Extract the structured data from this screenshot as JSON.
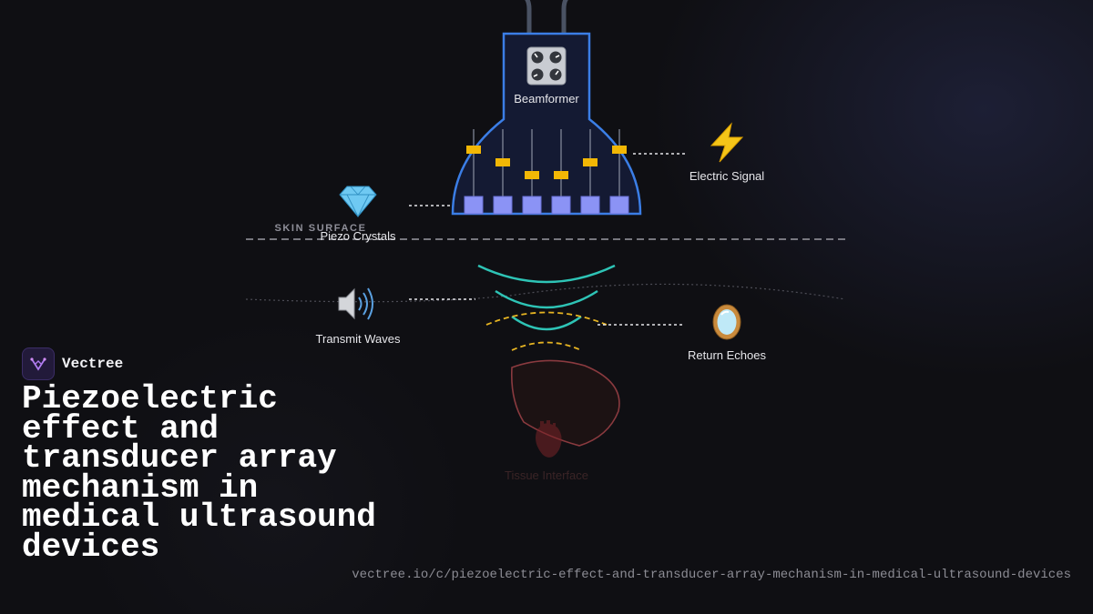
{
  "brand": {
    "name": "Vectree"
  },
  "title": "Piezoelectric effect and transducer array mechanism in medical ultrasound devices",
  "url": "vectree.io/c/piezoelectric-effect-and-transducer-array-mechanism-in-medical-ultrasound-devices",
  "diagram": {
    "beamformer": {
      "label": "Beamformer",
      "icon": "control-knobs-icon"
    },
    "electric_signal": {
      "label": "Electric Signal",
      "icon": "lightning-icon"
    },
    "piezo_crystals": {
      "label": "Piezo Crystals",
      "icon": "gem-icon"
    },
    "skin_surface": {
      "label": "SKIN SURFACE"
    },
    "transmit_waves": {
      "label": "Transmit Waves",
      "icon": "speaker-icon"
    },
    "return_echoes": {
      "label": "Return Echoes",
      "icon": "mirror-icon"
    },
    "tissue_interface": {
      "label": "Tissue Interface",
      "icon": "anatomical-heart-icon"
    }
  },
  "colors": {
    "probe_outline": "#3b7ee6",
    "probe_fill": "#141a33",
    "crystal": "#8b93f5",
    "delay_marker": "#f2b705",
    "transmit_wave": "#2ec4b6",
    "echo_wave": "#e6b422",
    "tissue_outline": "#8a3a3f"
  }
}
